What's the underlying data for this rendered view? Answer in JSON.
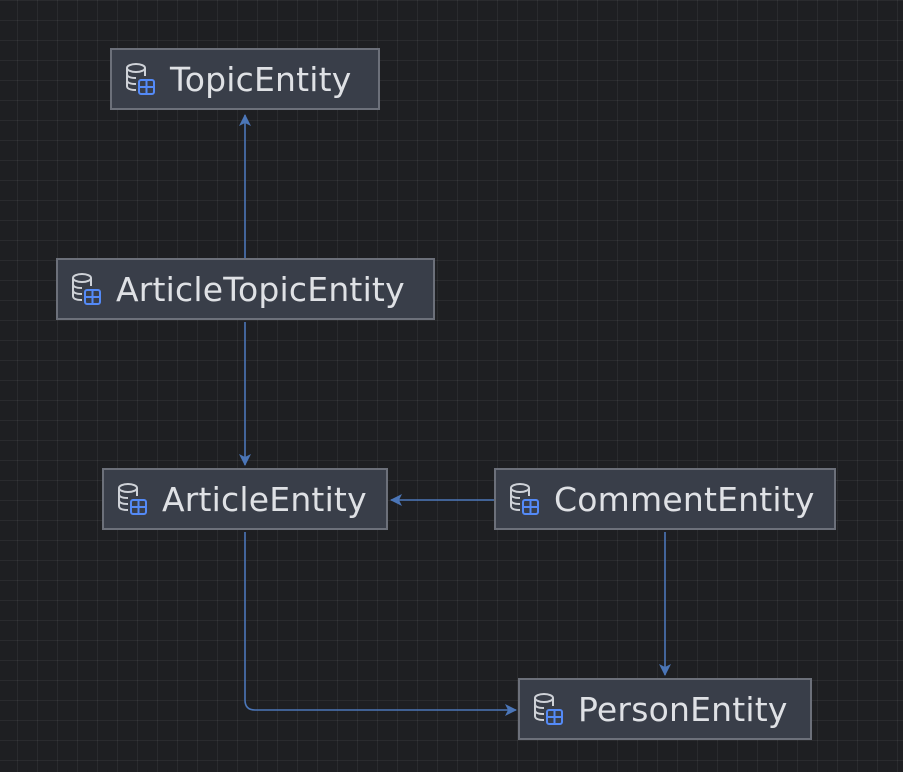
{
  "diagram": {
    "nodes": [
      {
        "id": "topic",
        "label": "TopicEntity",
        "icon": "database-table-icon"
      },
      {
        "id": "article-topic",
        "label": "ArticleTopicEntity",
        "icon": "database-table-icon"
      },
      {
        "id": "article",
        "label": "ArticleEntity",
        "icon": "database-table-icon"
      },
      {
        "id": "comment",
        "label": "CommentEntity",
        "icon": "database-table-icon"
      },
      {
        "id": "person",
        "label": "PersonEntity",
        "icon": "database-table-icon"
      }
    ],
    "edges": [
      {
        "from": "article-topic",
        "to": "topic"
      },
      {
        "from": "article-topic",
        "to": "article"
      },
      {
        "from": "comment",
        "to": "article"
      },
      {
        "from": "comment",
        "to": "person"
      },
      {
        "from": "article",
        "to": "person"
      }
    ]
  },
  "colors": {
    "background": "#1e1f22",
    "node_fill": "#393e49",
    "node_border": "#6c707a",
    "edge": "#4b76b8",
    "icon_accent": "#548af7",
    "text": "#dfe1e5"
  }
}
